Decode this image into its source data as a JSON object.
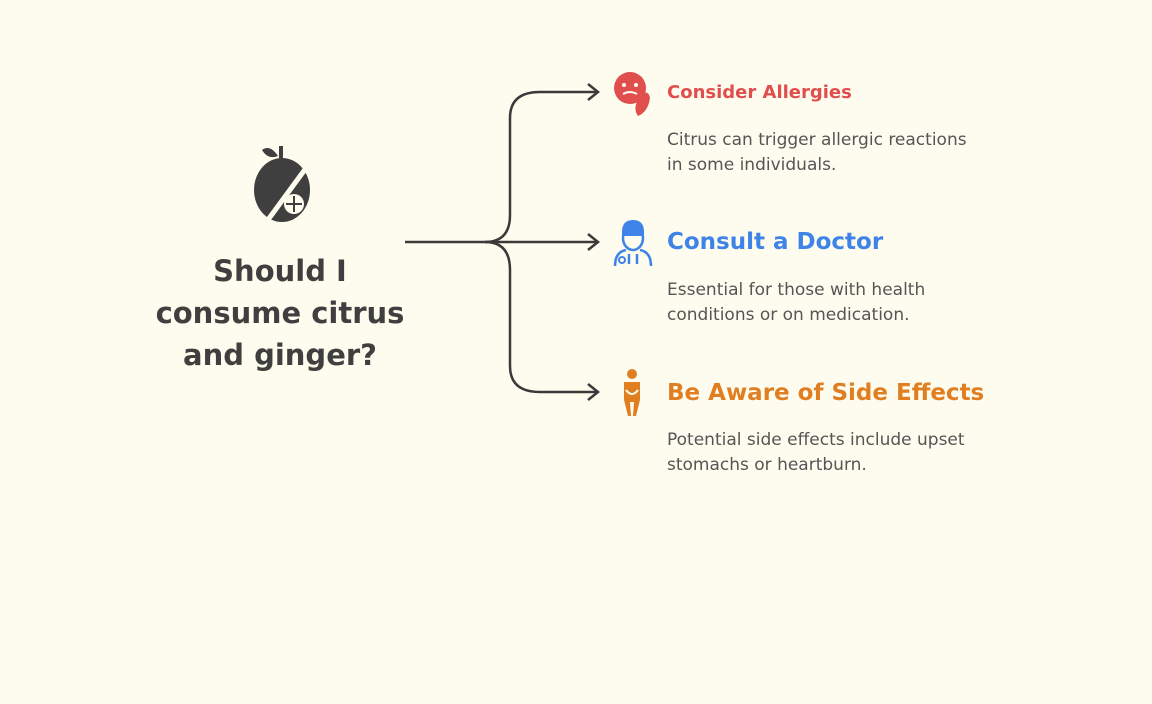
{
  "title": "Should I consume citrus and ginger?",
  "branches": [
    {
      "heading": "Consider Allergies",
      "text": "Citrus can trigger allergic reactions in some individuals.",
      "color": "#e04e4e",
      "icon": "allergy-face-icon"
    },
    {
      "heading": "Consult a Doctor",
      "text": "Essential for those with health conditions or on medication.",
      "color": "#3e83e8",
      "icon": "doctor-icon"
    },
    {
      "heading": "Be Aware of Side Effects",
      "text": "Potential side effects include upset stomachs or heartburn.",
      "color": "#e07f22",
      "icon": "person-discomfort-icon"
    }
  ]
}
